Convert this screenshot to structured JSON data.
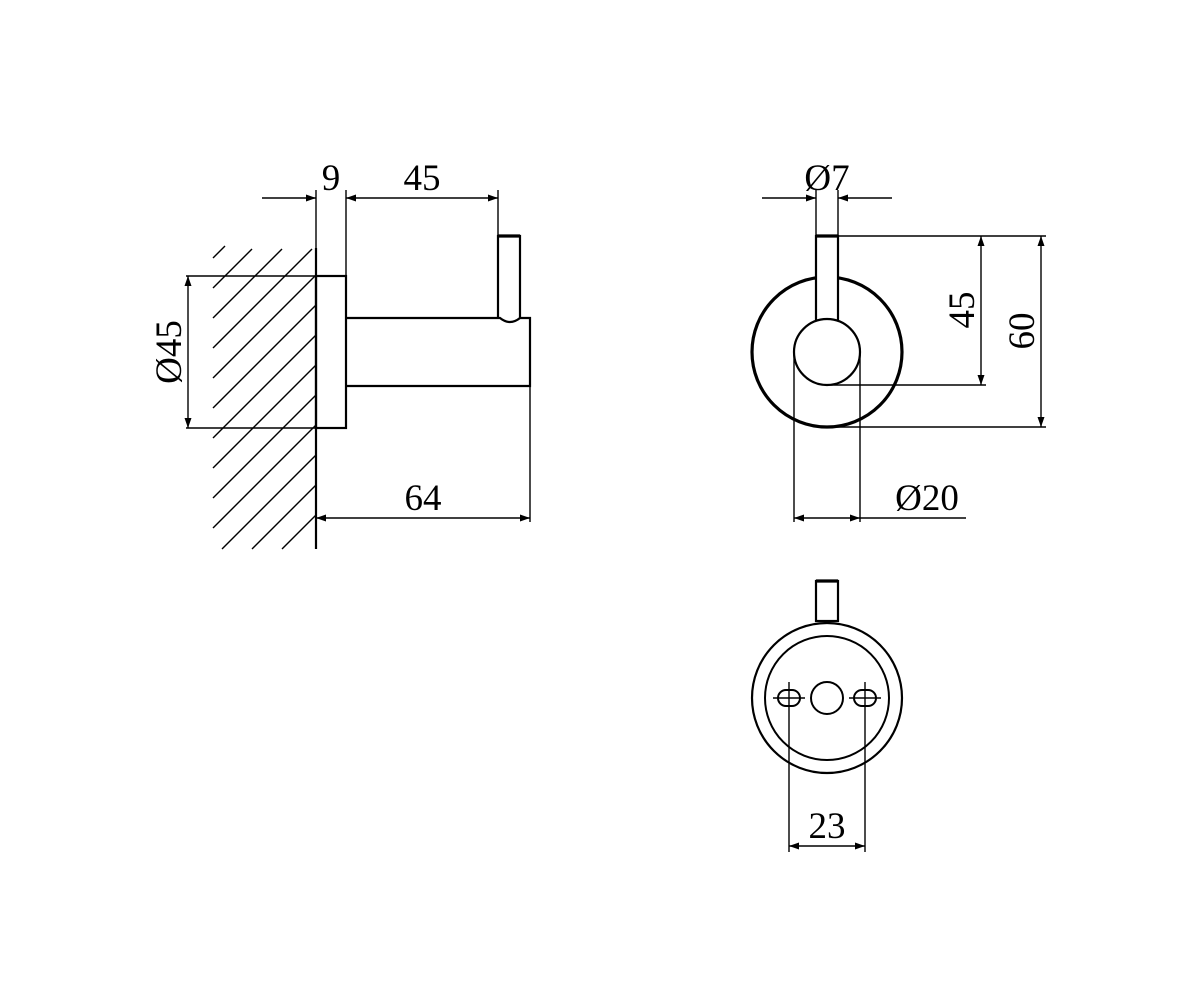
{
  "side_view": {
    "base_thickness": "9",
    "pin_offset": "45",
    "base_diameter": "Ø45",
    "overall_depth": "64"
  },
  "front_view": {
    "pin_diameter": "Ø7",
    "pin_height": "45",
    "overall_height": "60",
    "arm_diameter": "Ø20"
  },
  "back_view": {
    "hole_spacing": "23"
  },
  "colors": {
    "line": "#000000",
    "background": "#ffffff"
  }
}
